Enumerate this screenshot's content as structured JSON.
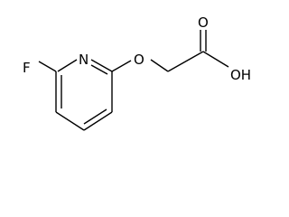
{
  "molecule": {
    "atoms": {
      "fluorine": "F",
      "ring_nitrogen": "N",
      "ether_oxygen": "O",
      "carbonyl_oxygen": "O",
      "hydroxyl": "OH"
    }
  }
}
